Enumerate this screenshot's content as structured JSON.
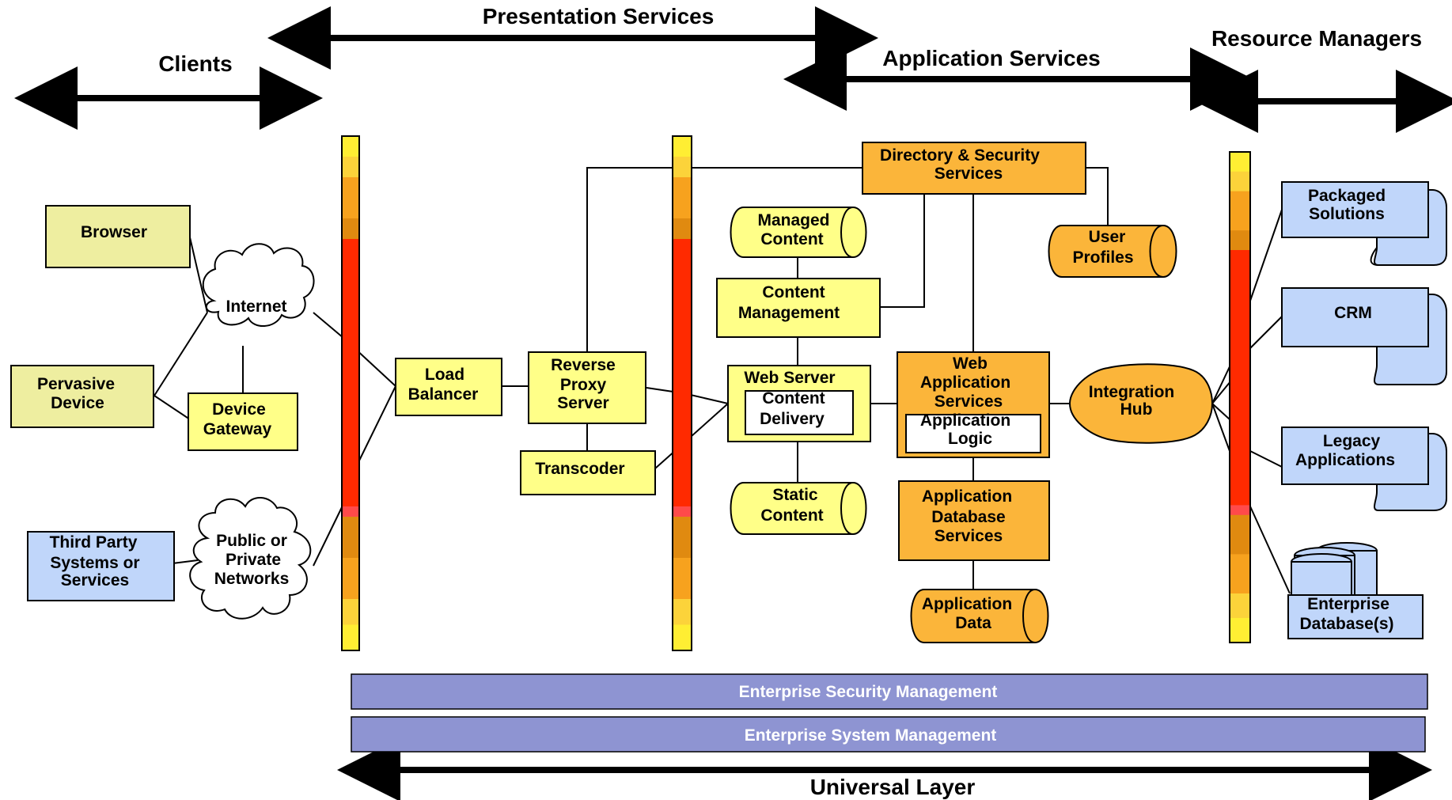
{
  "headers": {
    "clients": "Clients",
    "presentation": "Presentation Services",
    "application": "Application Services",
    "resource": "Resource Managers",
    "universal": "Universal Layer"
  },
  "nodes": {
    "browser": "Browser",
    "pervasive": [
      "Pervasive",
      "Device"
    ],
    "internet": "Internet",
    "device_gateway": [
      "Device",
      "Gateway"
    ],
    "third_party": [
      "Third Party",
      "Systems or",
      "Services"
    ],
    "public_private": [
      "Public or",
      "Private",
      "Networks"
    ],
    "load_balancer": [
      "Load",
      "Balancer"
    ],
    "reverse_proxy": [
      "Reverse",
      "Proxy",
      "Server"
    ],
    "transcoder": "Transcoder",
    "directory_security": [
      "Directory & Security",
      "Services"
    ],
    "user_profiles": [
      "User",
      "Profiles"
    ],
    "managed_content": [
      "Managed",
      "Content"
    ],
    "content_management": [
      "Content",
      "Management"
    ],
    "web_server": "Web Server",
    "content_delivery": [
      "Content",
      "Delivery"
    ],
    "static_content": [
      "Static",
      "Content"
    ],
    "web_app_services": [
      "Web",
      "Application",
      "Services"
    ],
    "application_logic": [
      "Application",
      "Logic"
    ],
    "app_db_services": [
      "Application",
      "Database",
      "Services"
    ],
    "application_data": [
      "Application",
      "Data"
    ],
    "integration_hub": [
      "Integration",
      "Hub"
    ],
    "packaged_solutions": [
      "Packaged",
      "Solutions"
    ],
    "crm": "CRM",
    "legacy_apps": [
      "Legacy",
      "Applications"
    ],
    "enterprise_db": [
      "Enterprise",
      "Database(s)"
    ]
  },
  "bars": {
    "security": "Enterprise Security Management",
    "system": "Enterprise System Management"
  },
  "colors": {
    "client_fill": "#eeeea0",
    "proxy_fill": "#ffff88",
    "service_fill": "#fbb53a",
    "resource_fill": "#c0d6fa",
    "bar_fill": "#8e94d2",
    "firewall_red": "#ff2a00",
    "firewall_orange": "#f7a21e",
    "firewall_yellow": "#ffee33"
  }
}
